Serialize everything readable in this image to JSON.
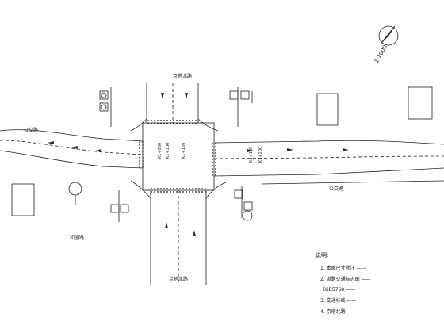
{
  "labels": {
    "north_road": "京塔北路",
    "south_road": "京塔北路",
    "west_road": "公交路",
    "east_road": "公交路",
    "southwest_area": "和园路",
    "scale": "1:1000",
    "station_a": "K1+080",
    "station_b": "K1+100",
    "station_c": "K1+120",
    "station_d": "K1+180",
    "station_e": "K1+200"
  },
  "notes": {
    "title": "说明:",
    "items": [
      "1. 本图尺寸除注 ——",
      "2. 道路交通标志图 ——",
      "《GB5768 ——",
      "3. 交通标线 ——",
      "4. 京塔北路 ——"
    ]
  },
  "colors": {
    "line": "#222222",
    "accent": "#4a7cc0"
  },
  "icons": [
    "north-arrow-icon",
    "signal-pole-icon",
    "traffic-sign-icon"
  ]
}
